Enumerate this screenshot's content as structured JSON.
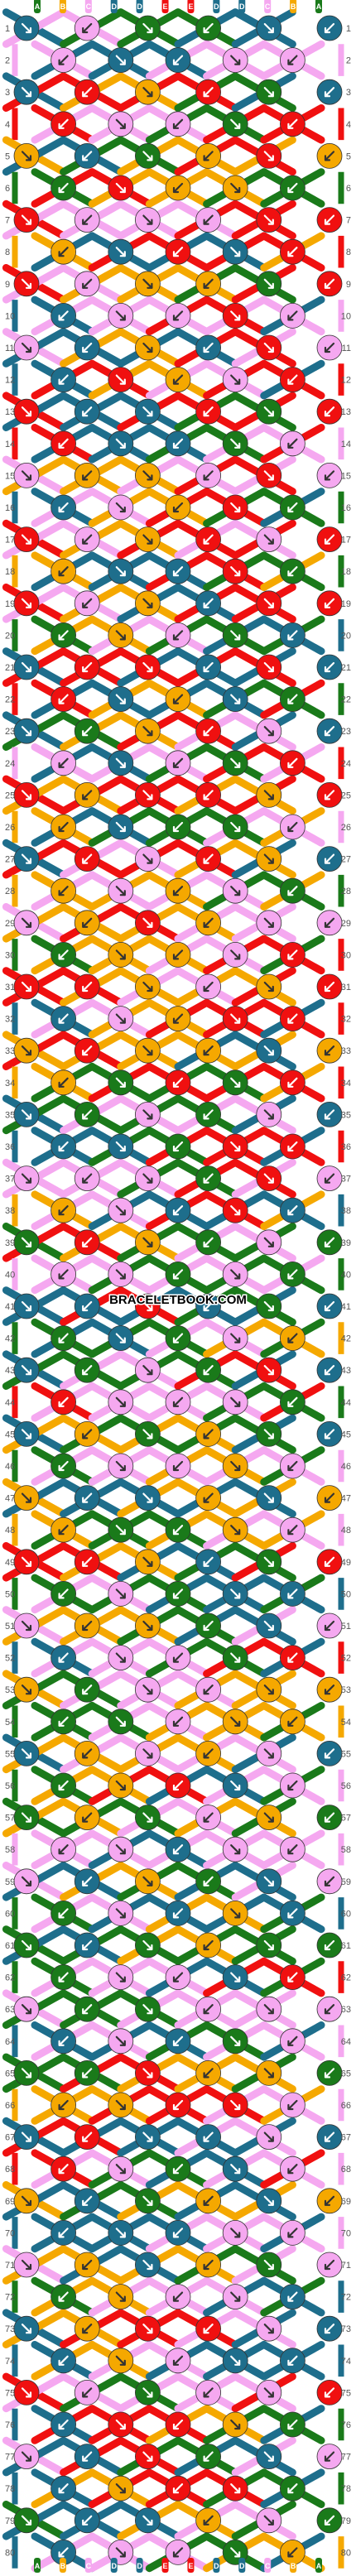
{
  "watermark": "BRACELETBOOK.COM",
  "colors": {
    "A": "#1a7a1a",
    "B": "#f5a800",
    "C": "#f5a8f0",
    "D": "#1e6e8c",
    "E": "#f01010"
  },
  "strands_top": [
    "A",
    "B",
    "C",
    "D",
    "D",
    "E",
    "E",
    "D",
    "D",
    "C",
    "B",
    "A"
  ],
  "row_count": 80,
  "left_numbers_odd_only": false,
  "pattern_rows": [
    "DCAAD",
    "CDDCC",
    "DEBEA",
    "ECCAE",
    "BDABE",
    "AEBBA",
    "ECCCE",
    "BDEDE",
    "ECBBA",
    "DCCEC",
    "CDBDE",
    "DEBCE",
    "EDDEA",
    "EDDAC",
    "CBBCE",
    "DCBEA",
    "ECBEC",
    "BDDEA",
    "ECBDE",
    "ABCAD",
    "DEEDE",
    "EDBDA",
    "DABEC",
    "CDCAE",
    "EBEEB",
    "BDAAC",
    "DECEB",
    "BCBCA",
    "CBEBC",
    "ABBCE",
    "EEBCB",
    "DCBEE",
    "BEBBD",
    "BAEAE",
    "DACAC",
    "DDAEE",
    "CCCAE",
    "BCDED",
    "AEBAC",
    "CCACA",
    "DDEDA",
    "ADACB",
    "DACAE",
    "ECCCA",
    "DBABA",
    "ACCBC",
    "BDDBD",
    "BAABC",
    "EEBDA",
    "ACADD",
    "CBBAD",
    "DCCAE",
    "BACCB",
    "AACBB",
    "DBCBC",
    "ABEDC",
    "ABACB",
    "CCDCC",
    "CDBAD",
    "ACDBD",
    "ADABA",
    "ACCDE",
    "CAACC",
    "DCDAC",
    "AAEBB",
    "BBEEC",
    "DEDDC",
    "ECADC",
    "BDABD",
    "DDDCC",
    "CBDBA",
    "ABCCD",
    "DBEEC",
    "DBCDD",
    "ECACC",
    "DEEBA",
    "CDEAD",
    "DBEEA",
    "ADDBC",
    "DCCAB"
  ]
}
